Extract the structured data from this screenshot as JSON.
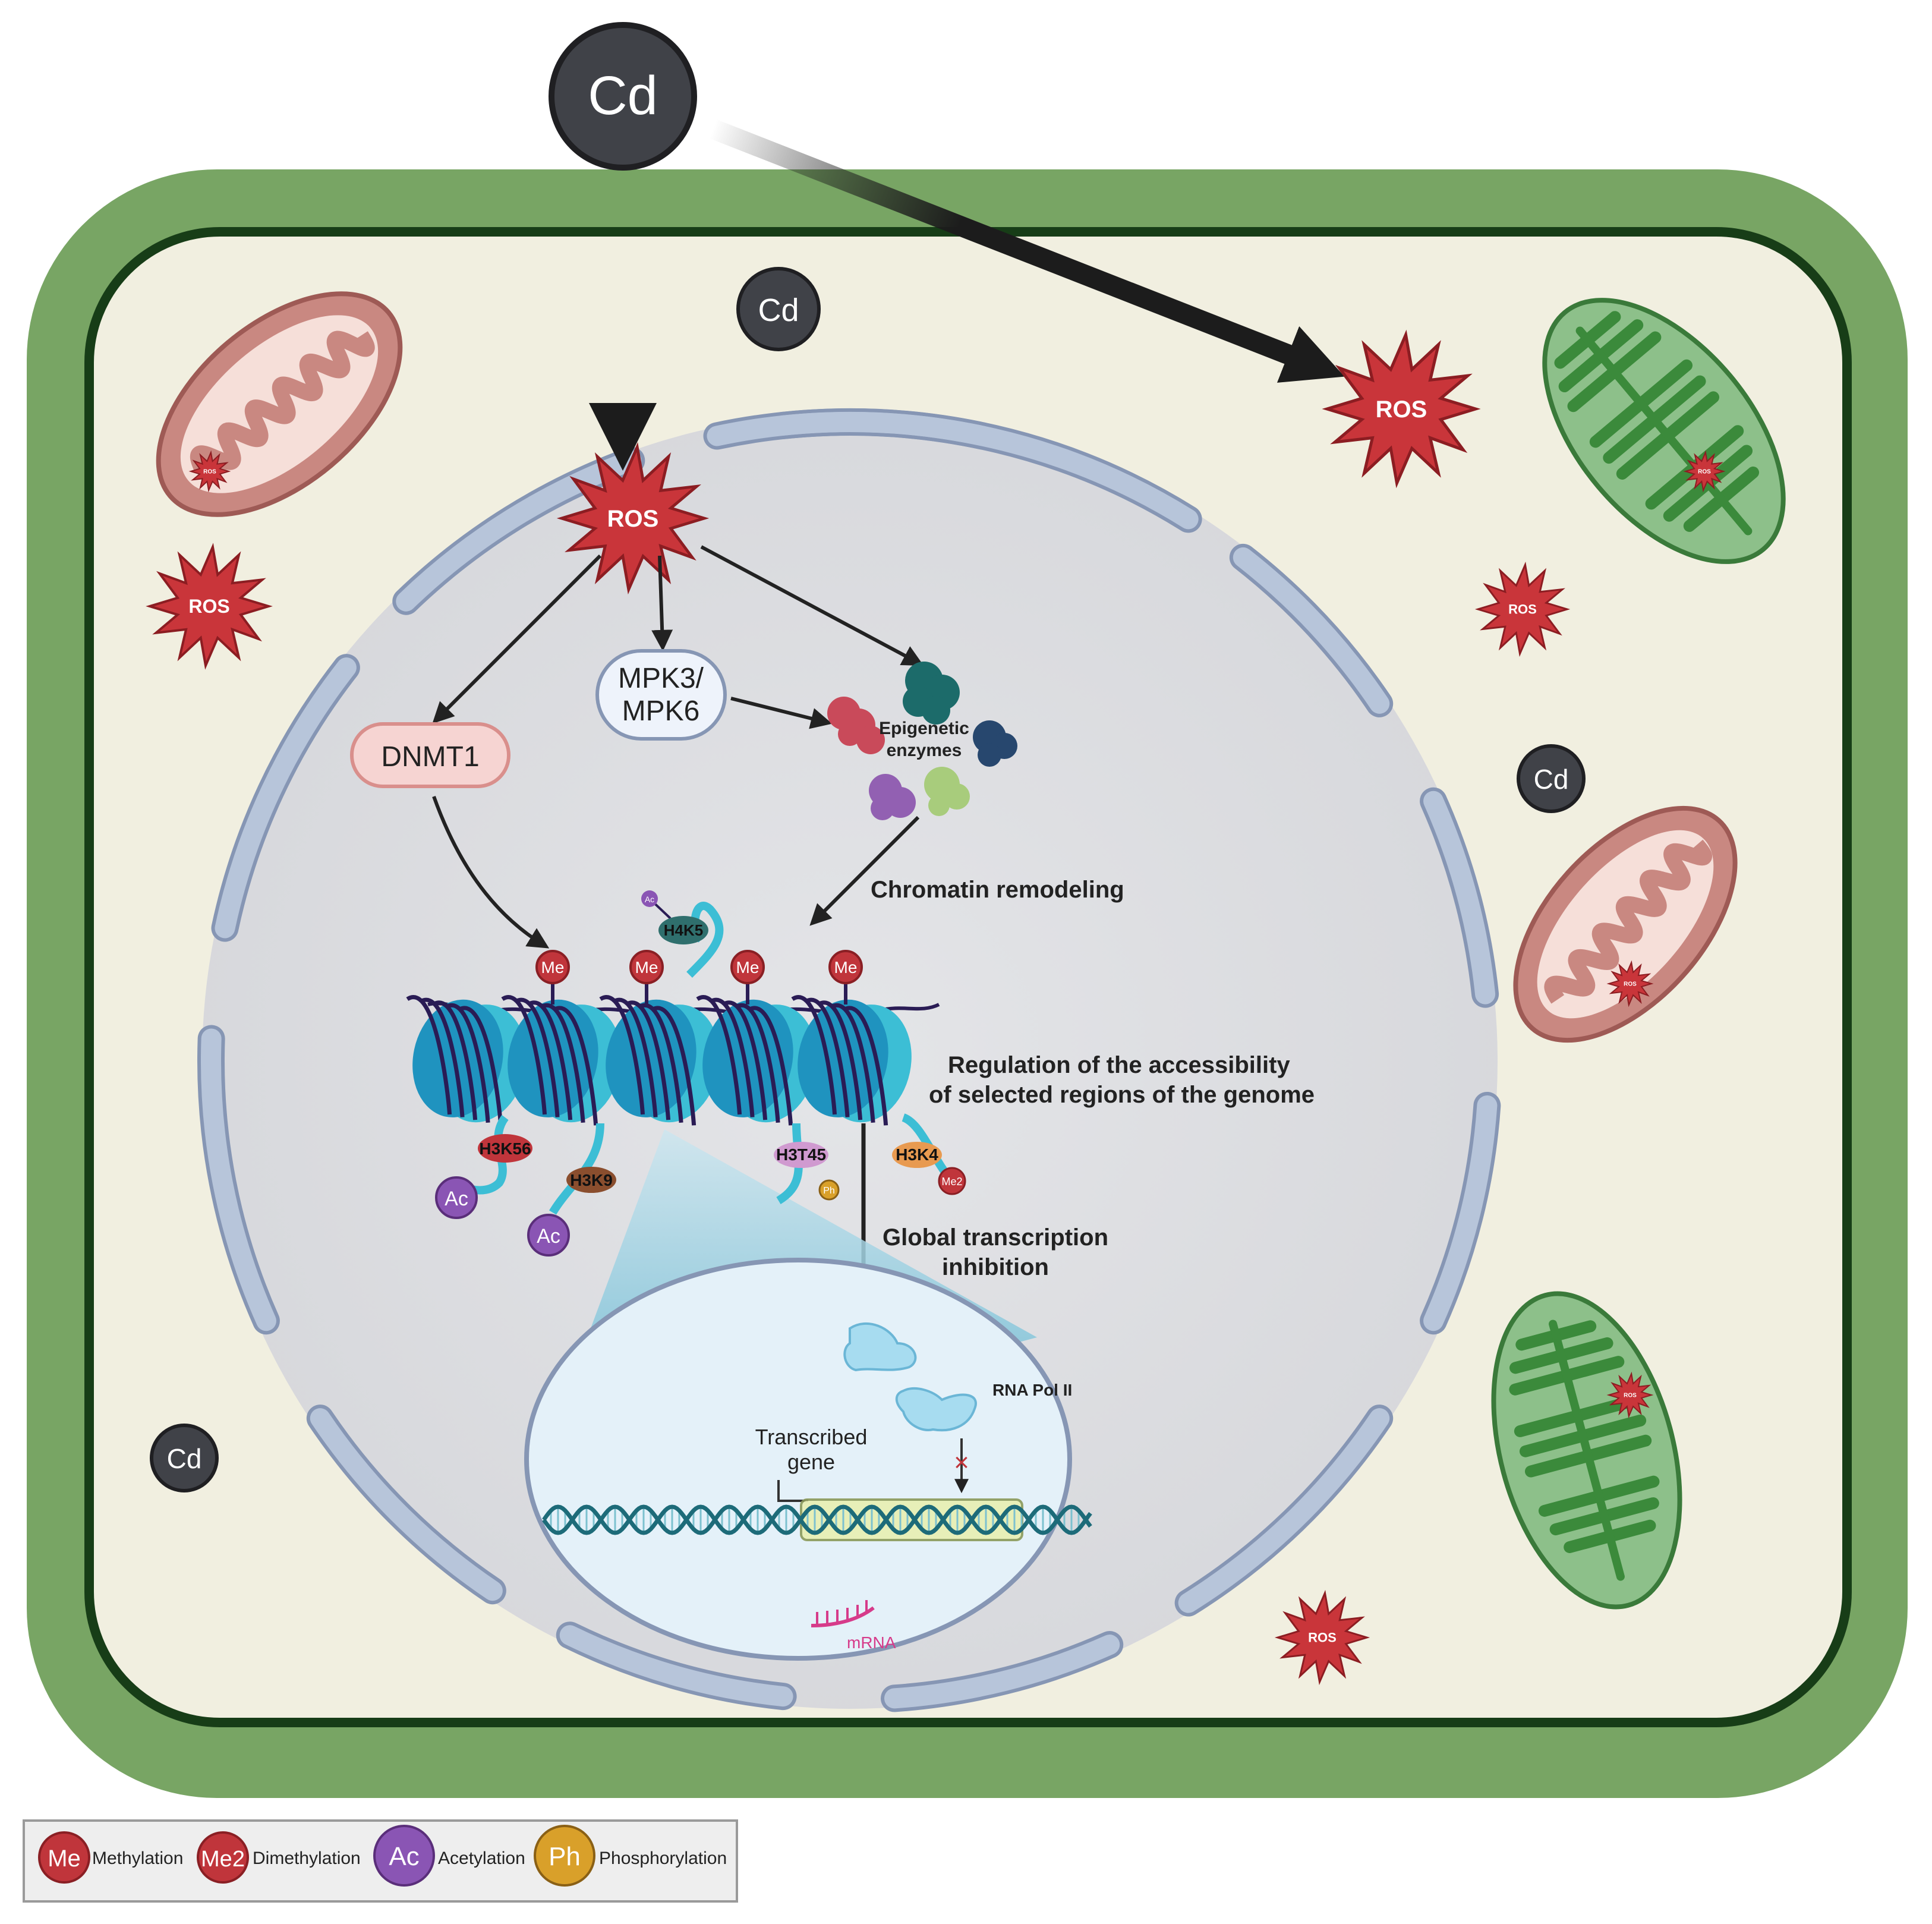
{
  "labels": {
    "cd_main": "Cd",
    "cd_small": "Cd",
    "ros": "ROS",
    "mpk": [
      "MPK3/",
      "MPK6"
    ],
    "dnmt1": "DNMT1",
    "epigenetic": [
      "Epigenetic",
      "enzymes"
    ],
    "chromatin_remodeling": "Chromatin remodeling",
    "regulation": [
      "Regulation of the accessibility",
      "of selected regions of the genome"
    ],
    "global_inhibition": [
      "Global transcription",
      "inhibition"
    ],
    "rna_pol": "RNA Pol II",
    "transcribed_gene": [
      "Transcribed",
      "gene"
    ],
    "mrna": "mRNA",
    "me": "Me",
    "me2": "Me2",
    "ac": "Ac",
    "ph": "Ph",
    "h3k56": "H3K56",
    "h3k9": "H3K9",
    "h4k5": "H4K5",
    "h3t45": "H3T45",
    "h3k4": "H3K4",
    "inhibit_mark": "×"
  },
  "legend": {
    "items": [
      {
        "badge": "Me",
        "label": "Methylation"
      },
      {
        "badge": "Me2",
        "label": "Dimethylation"
      },
      {
        "badge": "Ac",
        "label": "Acetylation"
      },
      {
        "badge": "Ph",
        "label": "Phosphorylation"
      }
    ]
  },
  "colors": {
    "cell_wall": "#78a564",
    "cytoplasm": "#f1efe0",
    "nucleus": "#dcdde0",
    "envelope": "#b7c5da",
    "ros": "#c9353a",
    "cd": "#404248",
    "nucleosome": "#2ea5cf",
    "methyl": "#c0353b",
    "acetyl": "#8a55b4",
    "phospho": "#d9a02a"
  }
}
